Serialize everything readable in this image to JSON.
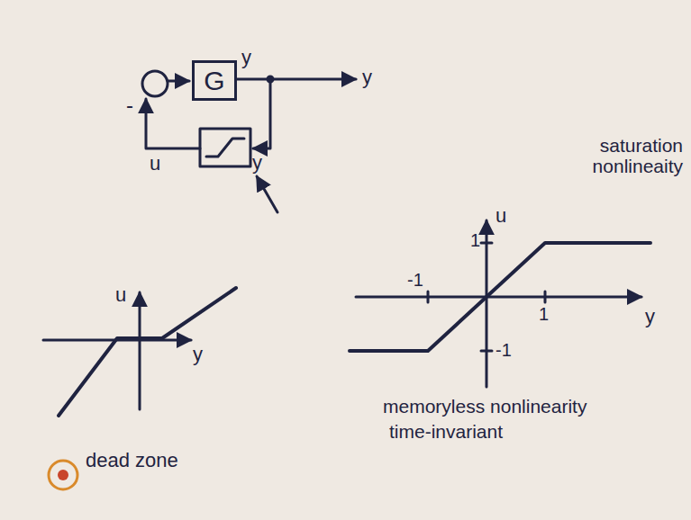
{
  "diagram": {
    "nodes": [
      {
        "text": [
          "G"
        ]
      }
    ],
    "labels": [
      "y",
      "y",
      "y",
      "u",
      "-",
      "saturation nonlineaity",
      "u",
      "1",
      "-1",
      "1",
      "-1",
      "y",
      "memoryless nonlinearity",
      "time-invariant",
      "u",
      "y",
      "dead zone"
    ]
  }
}
